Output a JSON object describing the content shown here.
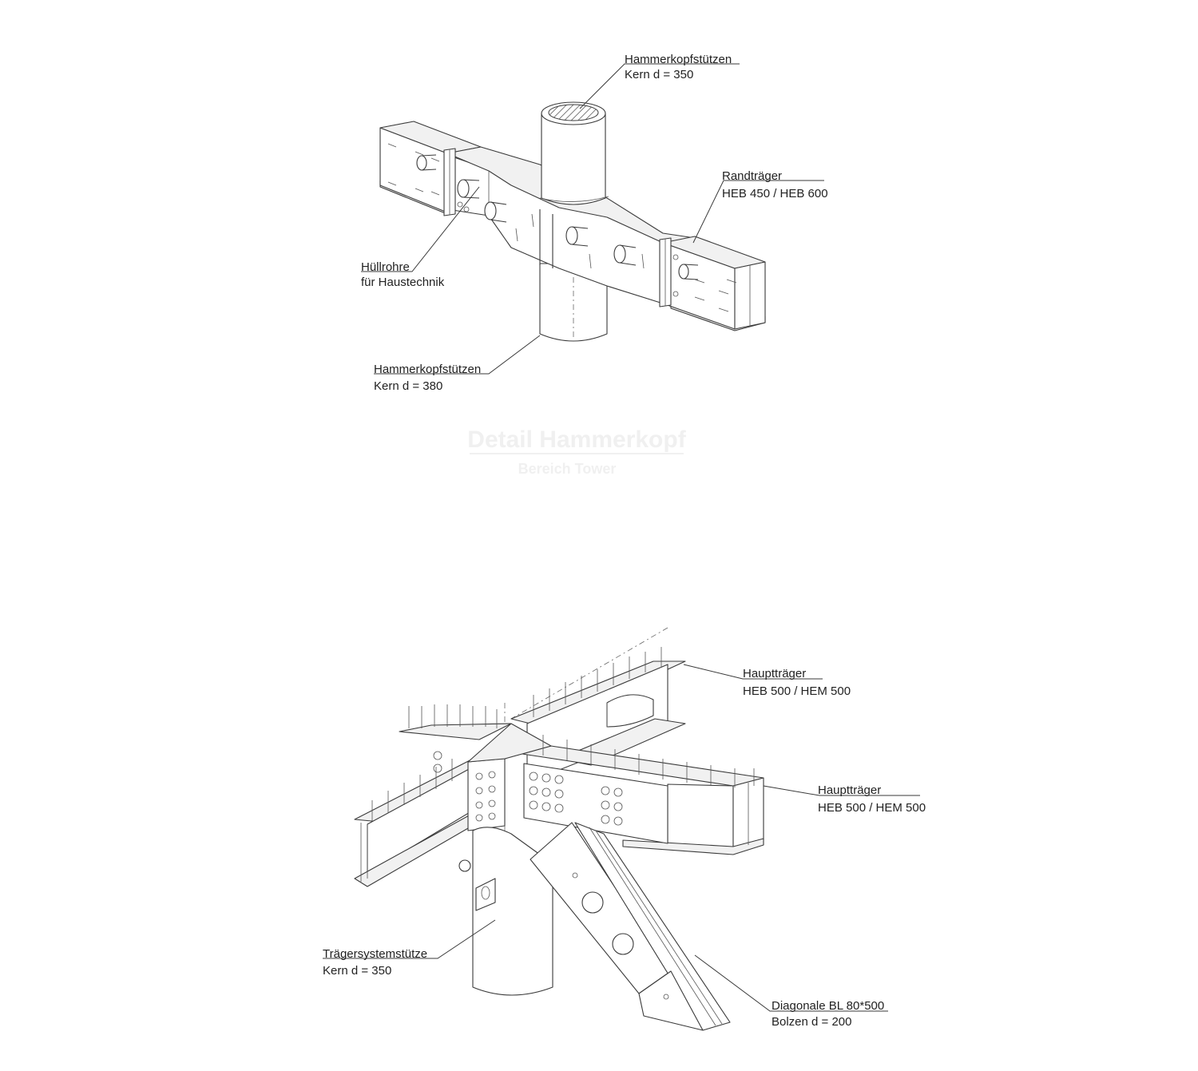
{
  "drawing_top": {
    "label_column_top": {
      "line1": "Hammerkopfstützen",
      "line2": "Kern d = 350"
    },
    "label_edge_beam": {
      "line1": "Randträger",
      "line2": "HEB 450 / HEB 600"
    },
    "label_sleeves": {
      "line1": "Hüllrohre",
      "line2": "für Haustechnik"
    },
    "label_column_bottom": {
      "line1": "Hammerkopfstützen",
      "line2": "Kern d = 380"
    }
  },
  "watermark": {
    "title": "Detail Hammerkopf",
    "subtitle": "Bereich Tower"
  },
  "drawing_bottom": {
    "label_main_beam_1": {
      "line1": "Hauptträger",
      "line2": "HEB 500 / HEM 500"
    },
    "label_main_beam_2": {
      "line1": "Hauptträger",
      "line2": "HEB 500 / HEM 500"
    },
    "label_column": {
      "line1": "Trägersystemstütze",
      "line2": "Kern d = 350"
    },
    "label_diagonal": {
      "line1": "Diagonale BL 80*500",
      "line2": "Bolzen d = 200"
    }
  }
}
